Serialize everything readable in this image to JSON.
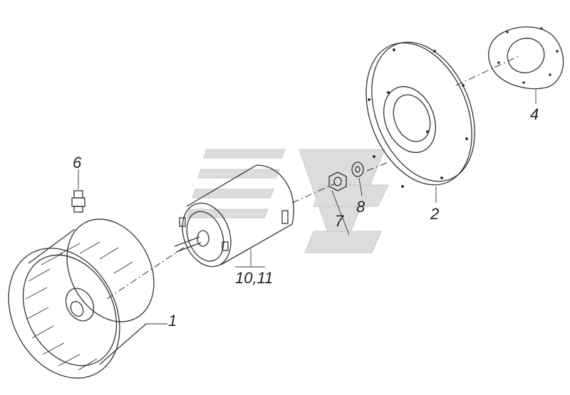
{
  "callouts": {
    "fan_wheel": "1",
    "mounting_flange": "2",
    "gasket": "4",
    "grease_fitting": "6",
    "nut": "7",
    "washer": "8",
    "electric_motor": "10,11"
  }
}
